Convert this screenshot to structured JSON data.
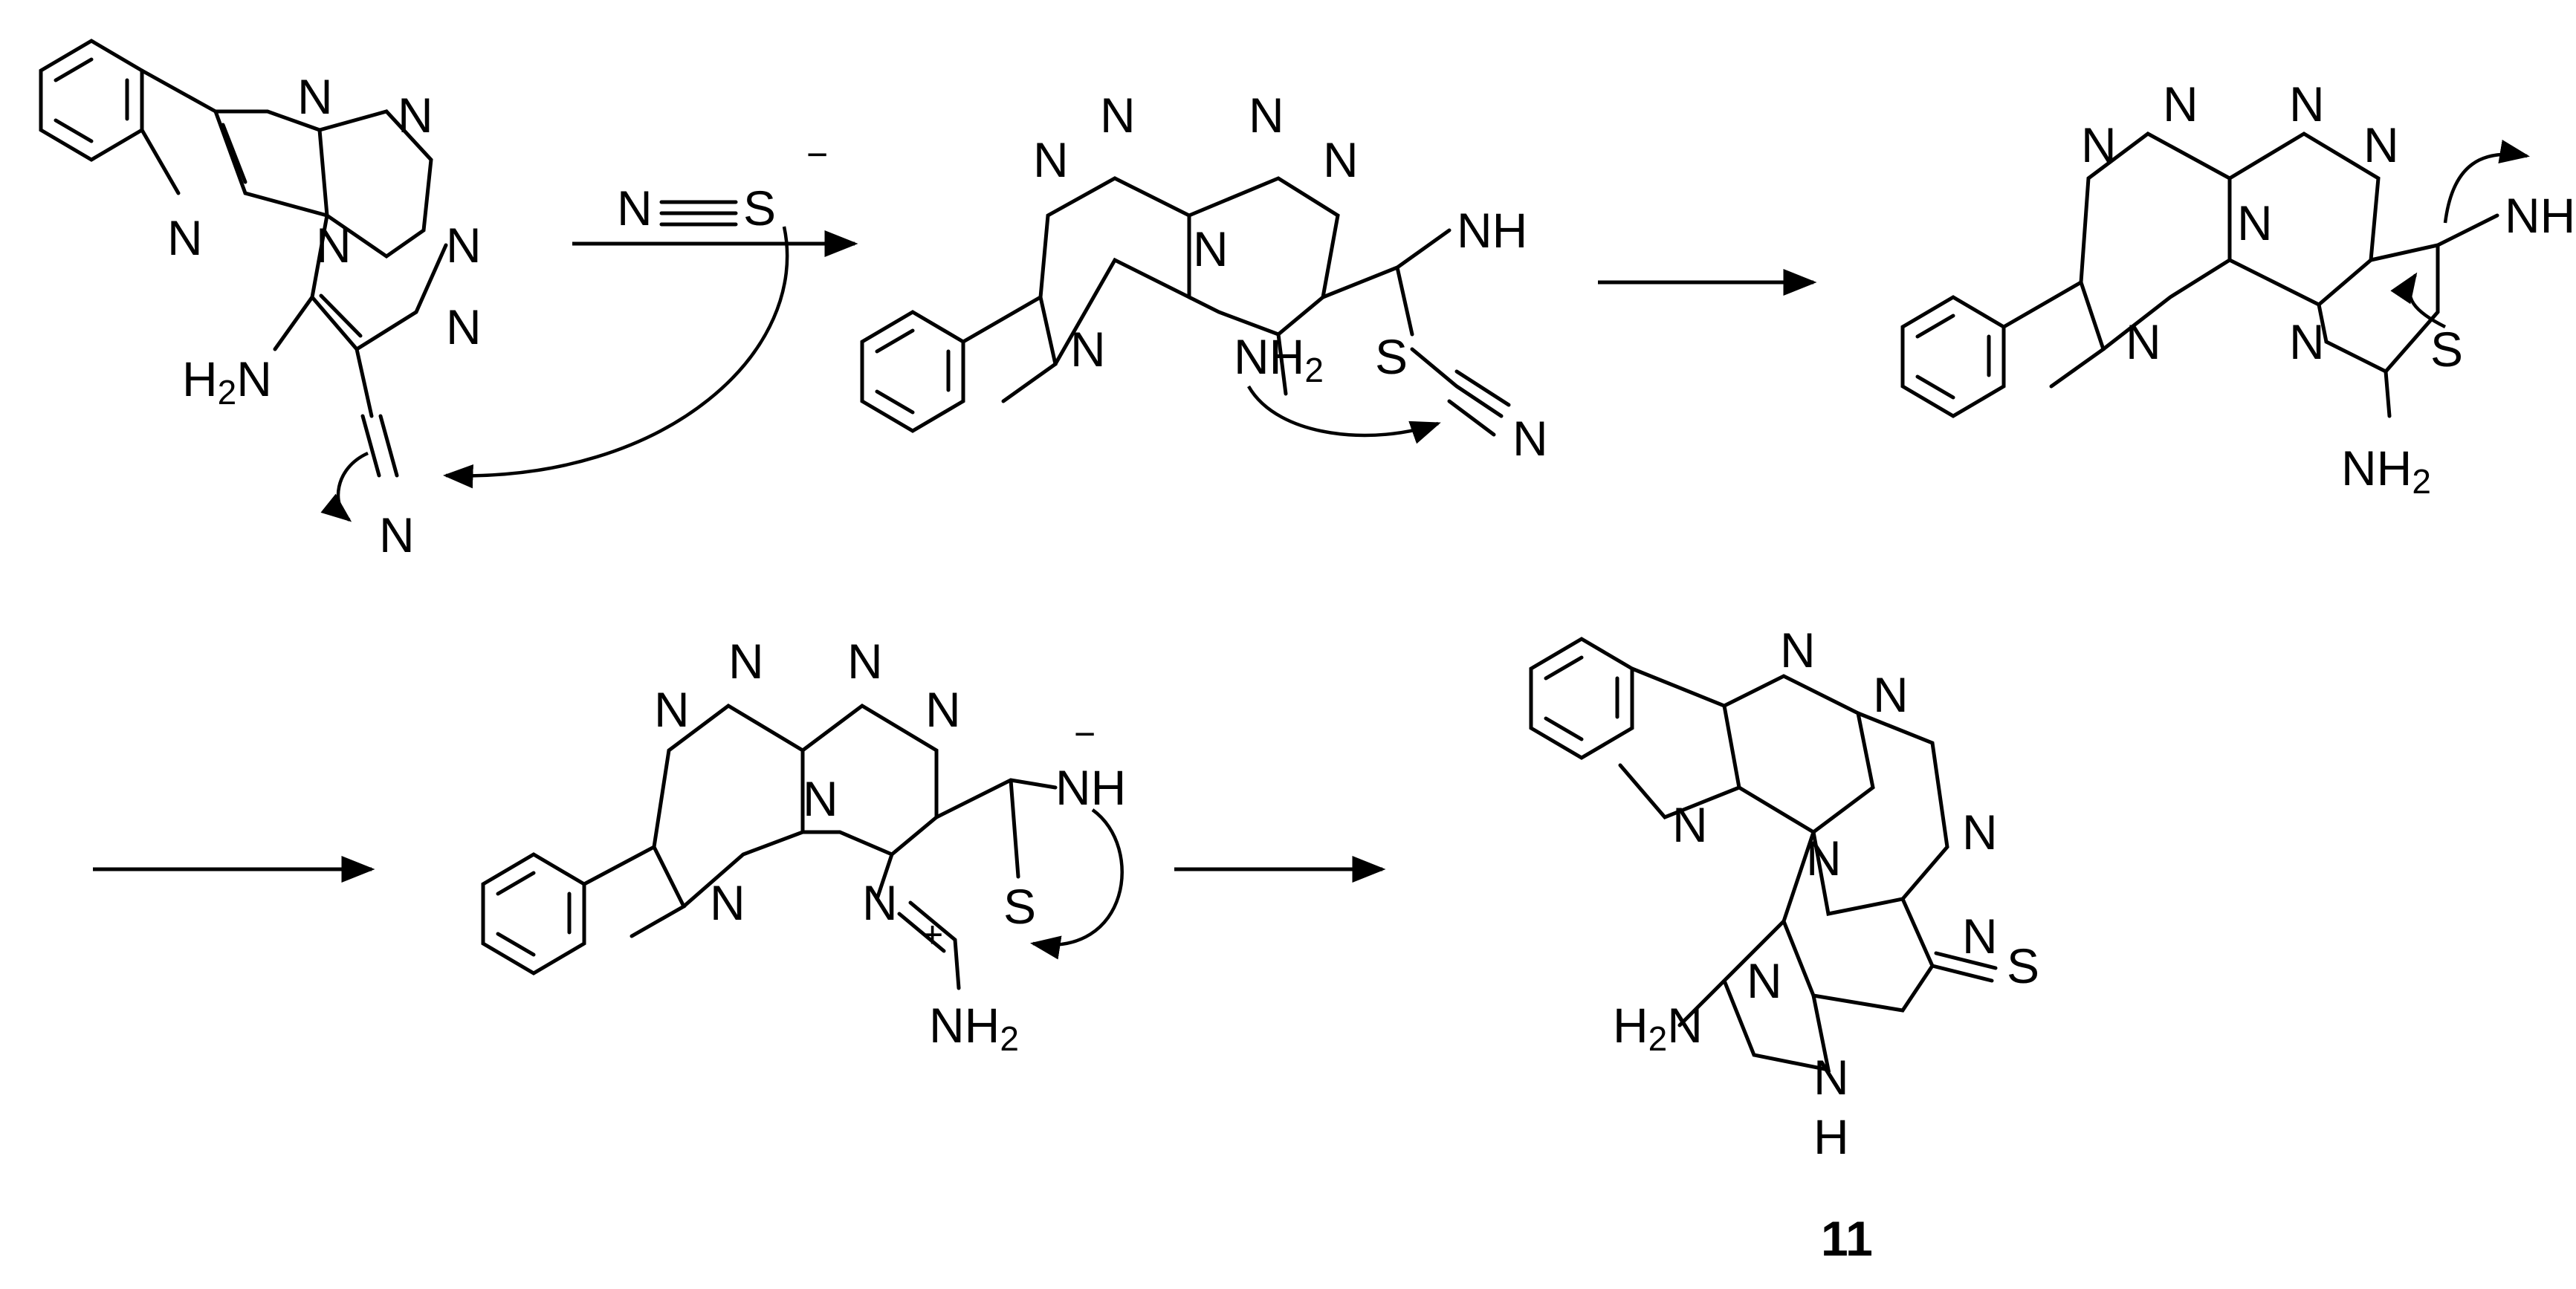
{
  "scheme": {
    "compound_number": "11",
    "reagent": {
      "nitrile_n": "N",
      "sulfur": "S",
      "charge": "−"
    },
    "intermediate_2": {
      "imine": "NH",
      "sulfur": "S",
      "nitrile_n": "N"
    },
    "intermediate_3": {
      "imine": "NH",
      "sulfur": "S"
    },
    "intermediate_4": {
      "amide_nh": "NH",
      "thione_s": "S",
      "amine": "NH",
      "amine_sub": "2",
      "anion": "−",
      "cation": "+"
    },
    "product_11": {
      "thione_s": "S",
      "ring_nh": "N",
      "ring_h": "H"
    },
    "atom_labels": {
      "nitrogen": "N",
      "amine": "NH",
      "amine_sub": "2",
      "h2n_prefix": "H",
      "h2n_sub": "2",
      "h2n_suffix": "N"
    }
  }
}
